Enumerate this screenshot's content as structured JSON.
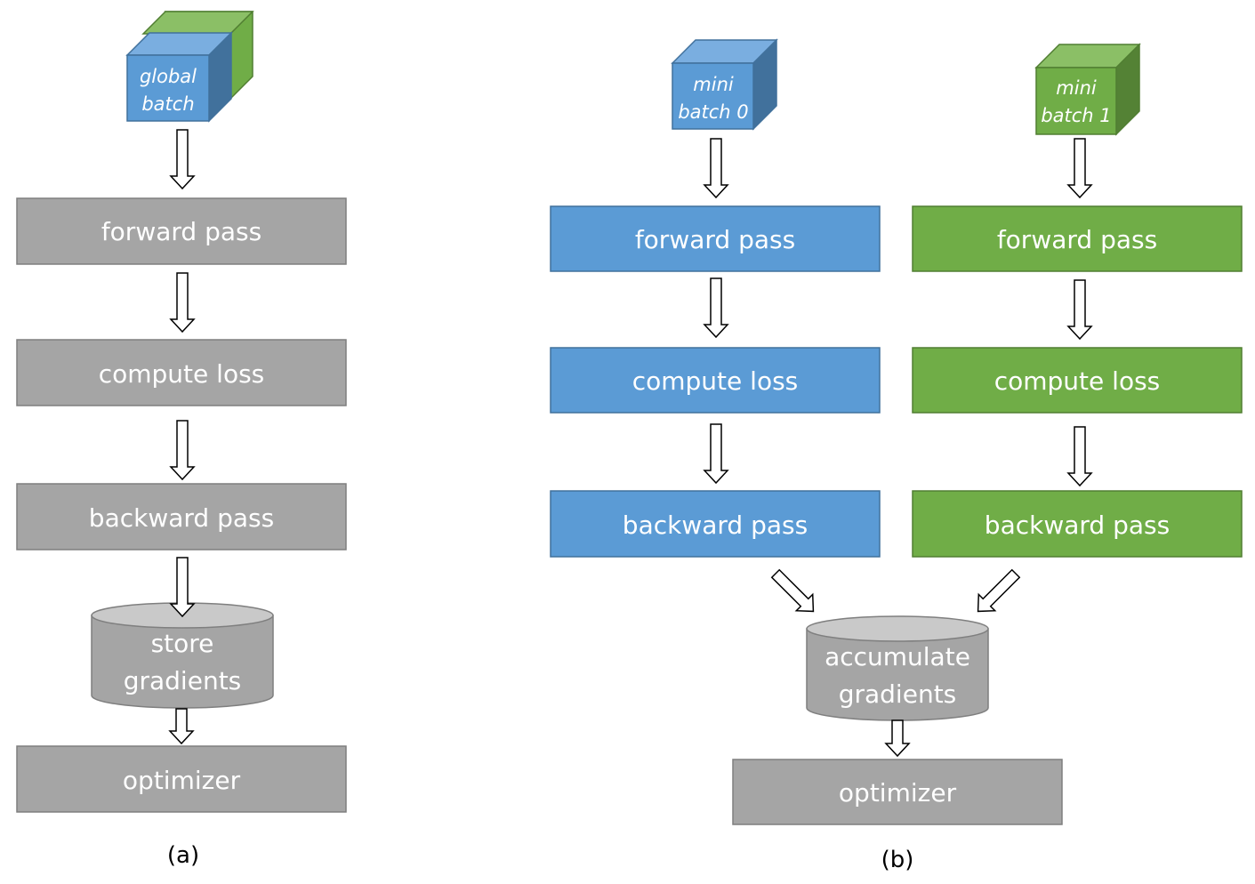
{
  "colors": {
    "gray_box": "#a5a5a5",
    "gray_border": "#7f7f7f",
    "blue_box": "#5b9bd5",
    "blue_border": "#41719c",
    "green_box": "#70ad47",
    "green_border": "#507e32",
    "cylinder_top": "#c9c9c9"
  },
  "panel_a": {
    "cube_line1": "global",
    "cube_line2": "batch",
    "forward": "forward pass",
    "loss": "compute loss",
    "backward": "backward pass",
    "store_line1": "store",
    "store_line2": "gradients",
    "optimizer": "optimizer",
    "caption": "(a)"
  },
  "panel_b": {
    "mb0_line1": "mini",
    "mb0_line2": "batch 0",
    "mb1_line1": "mini",
    "mb1_line2": "batch 1",
    "forward0": "forward pass",
    "loss0": "compute loss",
    "backward0": "backward pass",
    "forward1": "forward pass",
    "loss1": "compute loss",
    "backward1": "backward pass",
    "accum_line1": "accumulate",
    "accum_line2": "gradients",
    "optimizer": "optimizer",
    "caption": "(b)"
  }
}
